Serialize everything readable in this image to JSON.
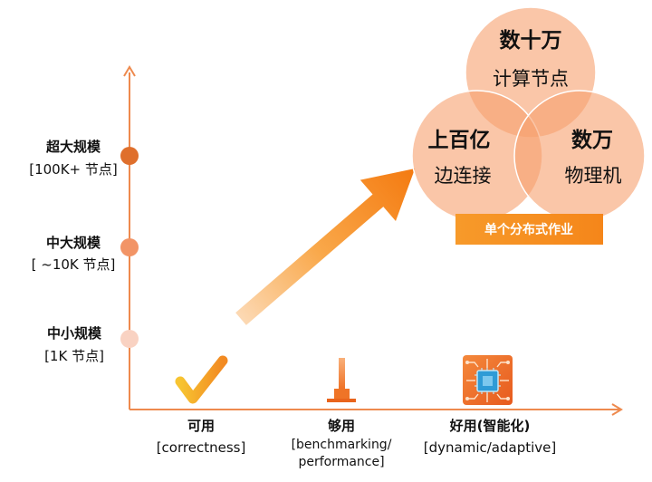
{
  "y_axis": {
    "levels": [
      {
        "title": "中小规模",
        "detail": "[1K 节点]",
        "color": "#f9d2c2"
      },
      {
        "title": "中大规模",
        "detail": "[ ~10K 节点]",
        "color": "#f29466"
      },
      {
        "title": "超大规模",
        "detail": "[100K+ 节点]",
        "color": "#df6f2c"
      }
    ]
  },
  "x_axis": {
    "levels": [
      {
        "title": "可用",
        "detail_lines": [
          "[correctness]"
        ],
        "icon": "checkmark-icon"
      },
      {
        "title": "够用",
        "detail_lines": [
          "[benchmarking/",
          "performance]"
        ],
        "icon": "bar-chart-icon"
      },
      {
        "title": "好用(智能化)",
        "detail_lines": [
          "[dynamic/adaptive]"
        ],
        "icon": "chip-icon"
      }
    ]
  },
  "venn": {
    "circles": [
      {
        "value": "数十万",
        "label": "计算节点"
      },
      {
        "value": "上百亿",
        "label": "边连接"
      },
      {
        "value": "数万",
        "label": "物理机"
      }
    ],
    "banner": "单个分布式作业"
  },
  "colors": {
    "axis": "#ee8a4e",
    "accent": "#f7941d",
    "venn_fill": "#f6a06e",
    "text": "#111111",
    "banner_text": "#ffffff"
  }
}
